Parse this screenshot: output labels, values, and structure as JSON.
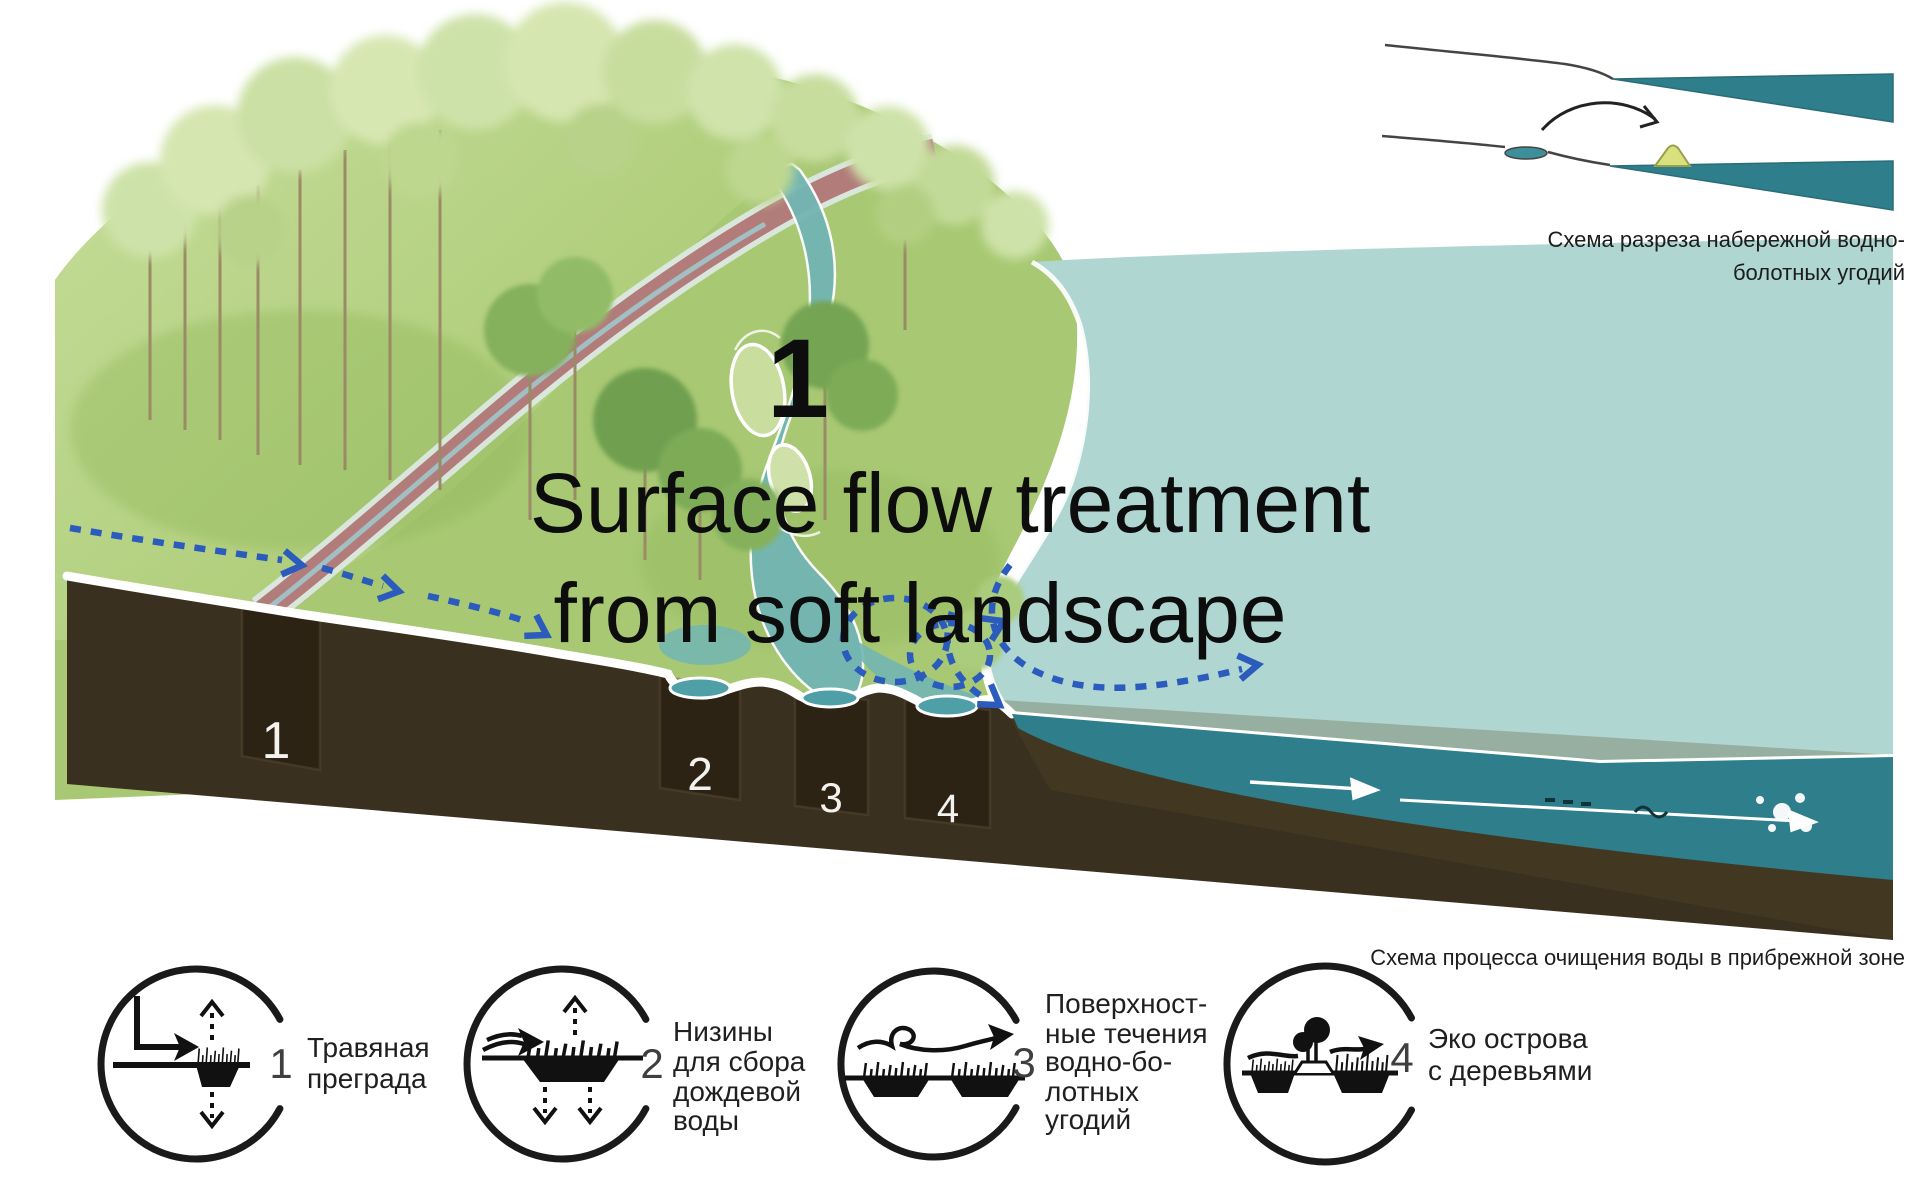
{
  "illustration": {
    "big_number": "1",
    "title_line1": "Surface flow treatment",
    "title_line2": "from soft landscape",
    "soil_block_labels": [
      "1",
      "2",
      "3",
      "4"
    ]
  },
  "mini_diagram": {
    "caption_line1": "Схема разреза набережной водно-",
    "caption_line2": "болотных угодий"
  },
  "process_caption": "Схема процесса очищения воды в прибрежной зоне",
  "legend": {
    "items": [
      {
        "number": "1",
        "icon": "grass-barrier-icon",
        "lines": [
          "Травяная",
          "преграда"
        ]
      },
      {
        "number": "2",
        "icon": "rainwater-lowland-icon",
        "lines": [
          "Низины",
          "для сбора",
          "дождевой",
          "воды"
        ]
      },
      {
        "number": "3",
        "icon": "wetland-surface-flow-icon",
        "lines": [
          "Поверхност-",
          "ные течения",
          "водно-бо-",
          "лотных",
          "угодий"
        ]
      },
      {
        "number": "4",
        "icon": "eco-island-icon",
        "lines": [
          "Эко острова",
          "с деревьями"
        ]
      }
    ]
  },
  "colors": {
    "water_surface": "#afd6d0",
    "water_section": "#2e7e8c",
    "channel": "#72b6b3",
    "soil": "#39301f",
    "grass": "#a8c873",
    "path": "#b17c7a",
    "flow_arrow": "#2a5bbd",
    "island_mound": "#d9e07e"
  }
}
